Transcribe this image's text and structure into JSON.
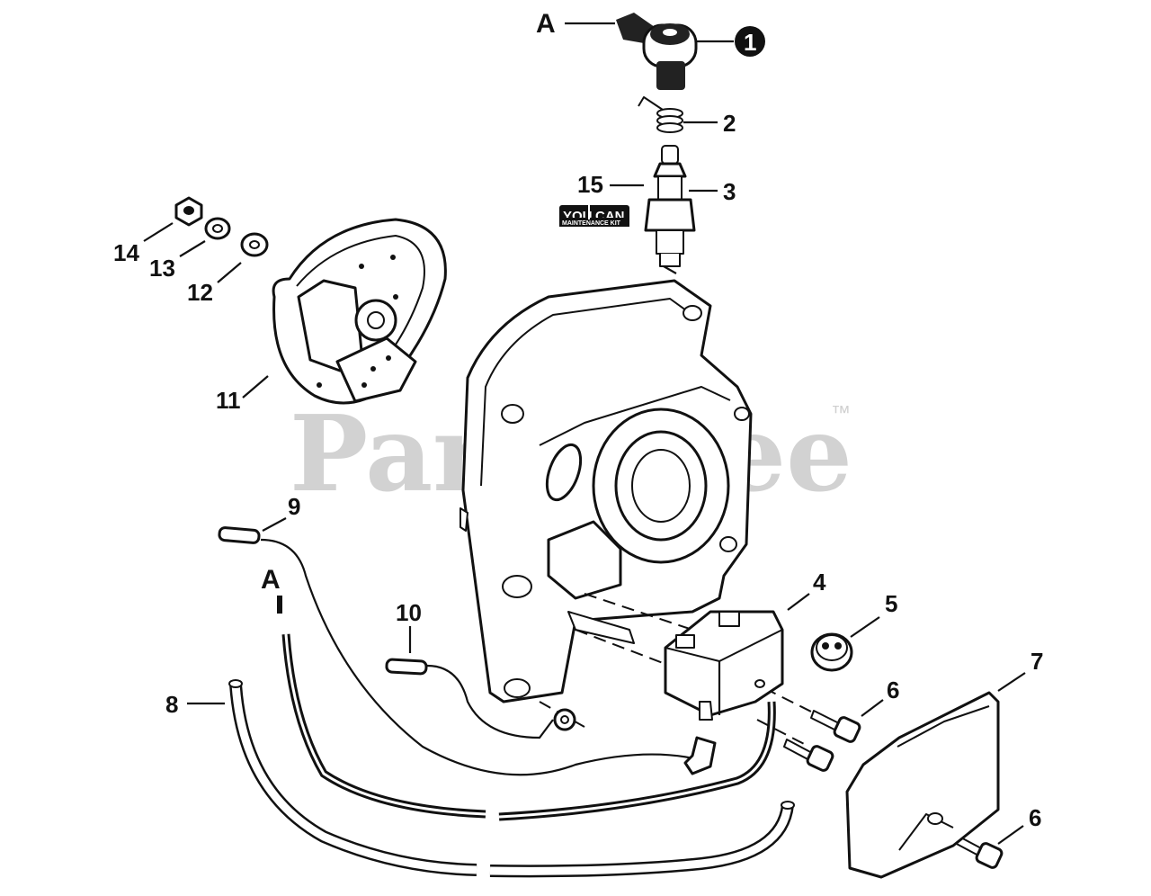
{
  "watermark": {
    "text": "PartsTree",
    "trademark": "™"
  },
  "badge": {
    "line1": "YOU",
    "line1b": "CAN",
    "line2": "MAINTENANCE KIT"
  },
  "callouts": {
    "A_top": "A",
    "c1": "1",
    "c2": "2",
    "c3": "3",
    "c15": "15",
    "c14": "14",
    "c13": "13",
    "c12": "12",
    "c11": "11",
    "c9": "9",
    "A_wire": "A",
    "c10": "10",
    "c4": "4",
    "c5": "5",
    "c6a": "6",
    "c7": "7",
    "c8": "8",
    "c6b": "6"
  }
}
